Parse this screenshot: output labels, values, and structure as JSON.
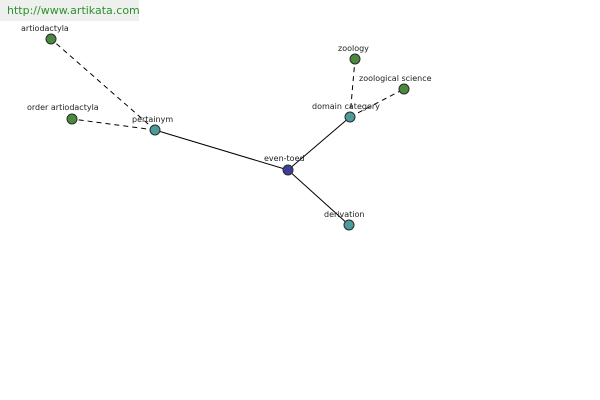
{
  "watermark": {
    "text": "http://www.artikata.com"
  },
  "colors": {
    "center": "#3b3f9a",
    "relation": "#4c9a9a",
    "leaf": "#4a8a3e"
  },
  "graph": {
    "nodes": [
      {
        "id": "even-toed",
        "label": "even-toed",
        "kind": "center"
      },
      {
        "id": "pertainym",
        "label": "pertainym",
        "kind": "relation"
      },
      {
        "id": "domain-category",
        "label": "domain category",
        "kind": "relation"
      },
      {
        "id": "derivation",
        "label": "derivation",
        "kind": "relation"
      },
      {
        "id": "artiodactyla",
        "label": "artiodactyla",
        "kind": "leaf"
      },
      {
        "id": "order-artiodactyla",
        "label": "order artiodactyla",
        "kind": "leaf"
      },
      {
        "id": "zoology",
        "label": "zoology",
        "kind": "leaf"
      },
      {
        "id": "zoological-science",
        "label": "zoological science",
        "kind": "leaf"
      }
    ],
    "edges": [
      {
        "from": "even-toed",
        "to": "pertainym",
        "style": "solid"
      },
      {
        "from": "even-toed",
        "to": "domain-category",
        "style": "solid"
      },
      {
        "from": "even-toed",
        "to": "derivation",
        "style": "solid"
      },
      {
        "from": "pertainym",
        "to": "artiodactyla",
        "style": "dashed"
      },
      {
        "from": "pertainym",
        "to": "order-artiodactyla",
        "style": "dashed"
      },
      {
        "from": "domain-category",
        "to": "zoology",
        "style": "dashed"
      },
      {
        "from": "domain-category",
        "to": "zoological-science",
        "style": "dashed"
      }
    ]
  }
}
